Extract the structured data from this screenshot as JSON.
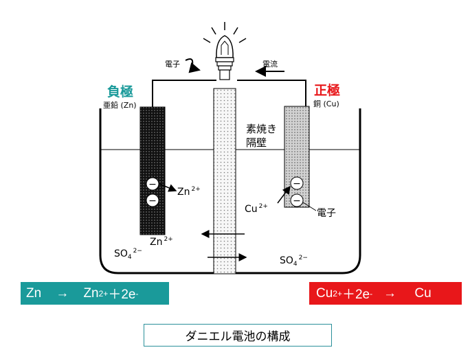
{
  "labels": {
    "electron_flow": "電子",
    "current_flow": "電流",
    "negative_pole": "負極",
    "positive_pole": "正極",
    "zinc_electrode": "亜鉛 (Zn)",
    "copper_electrode": "銅 (Cu)",
    "porous_partition_line1": "素焼き",
    "porous_partition_line2": "隔壁",
    "zn_ion_at_electrode": "Zn",
    "zn_ion_charge": "2+",
    "zn_ion_in_solution": "Zn",
    "cu_ion": "Cu",
    "cu_ion_charge": "2+",
    "electron_label": "電子",
    "sulfate_left": "SO",
    "sulfate_right": "SO",
    "sulfate_subscript": "4",
    "sulfate_charge": "2−",
    "electron_sign": "−"
  },
  "equations": {
    "left": {
      "reactant": "Zn",
      "arrow": "→",
      "product": "Zn",
      "product_charge": "2+",
      "rest": "＋2e",
      "electron_charge": "-"
    },
    "right": {
      "reactant": "Cu",
      "reactant_charge": "2+",
      "rest": "＋2e",
      "electron_charge": "-",
      "arrow": "→",
      "product": "Cu"
    }
  },
  "caption": "ダニエル電池の構成",
  "colors": {
    "negative_pole": "#1a9a9a",
    "positive_pole": "#e8171a",
    "left_equation_bg": "#1a9a9a",
    "right_equation_bg": "#e8171a",
    "caption_border": "#2a8f9a"
  }
}
